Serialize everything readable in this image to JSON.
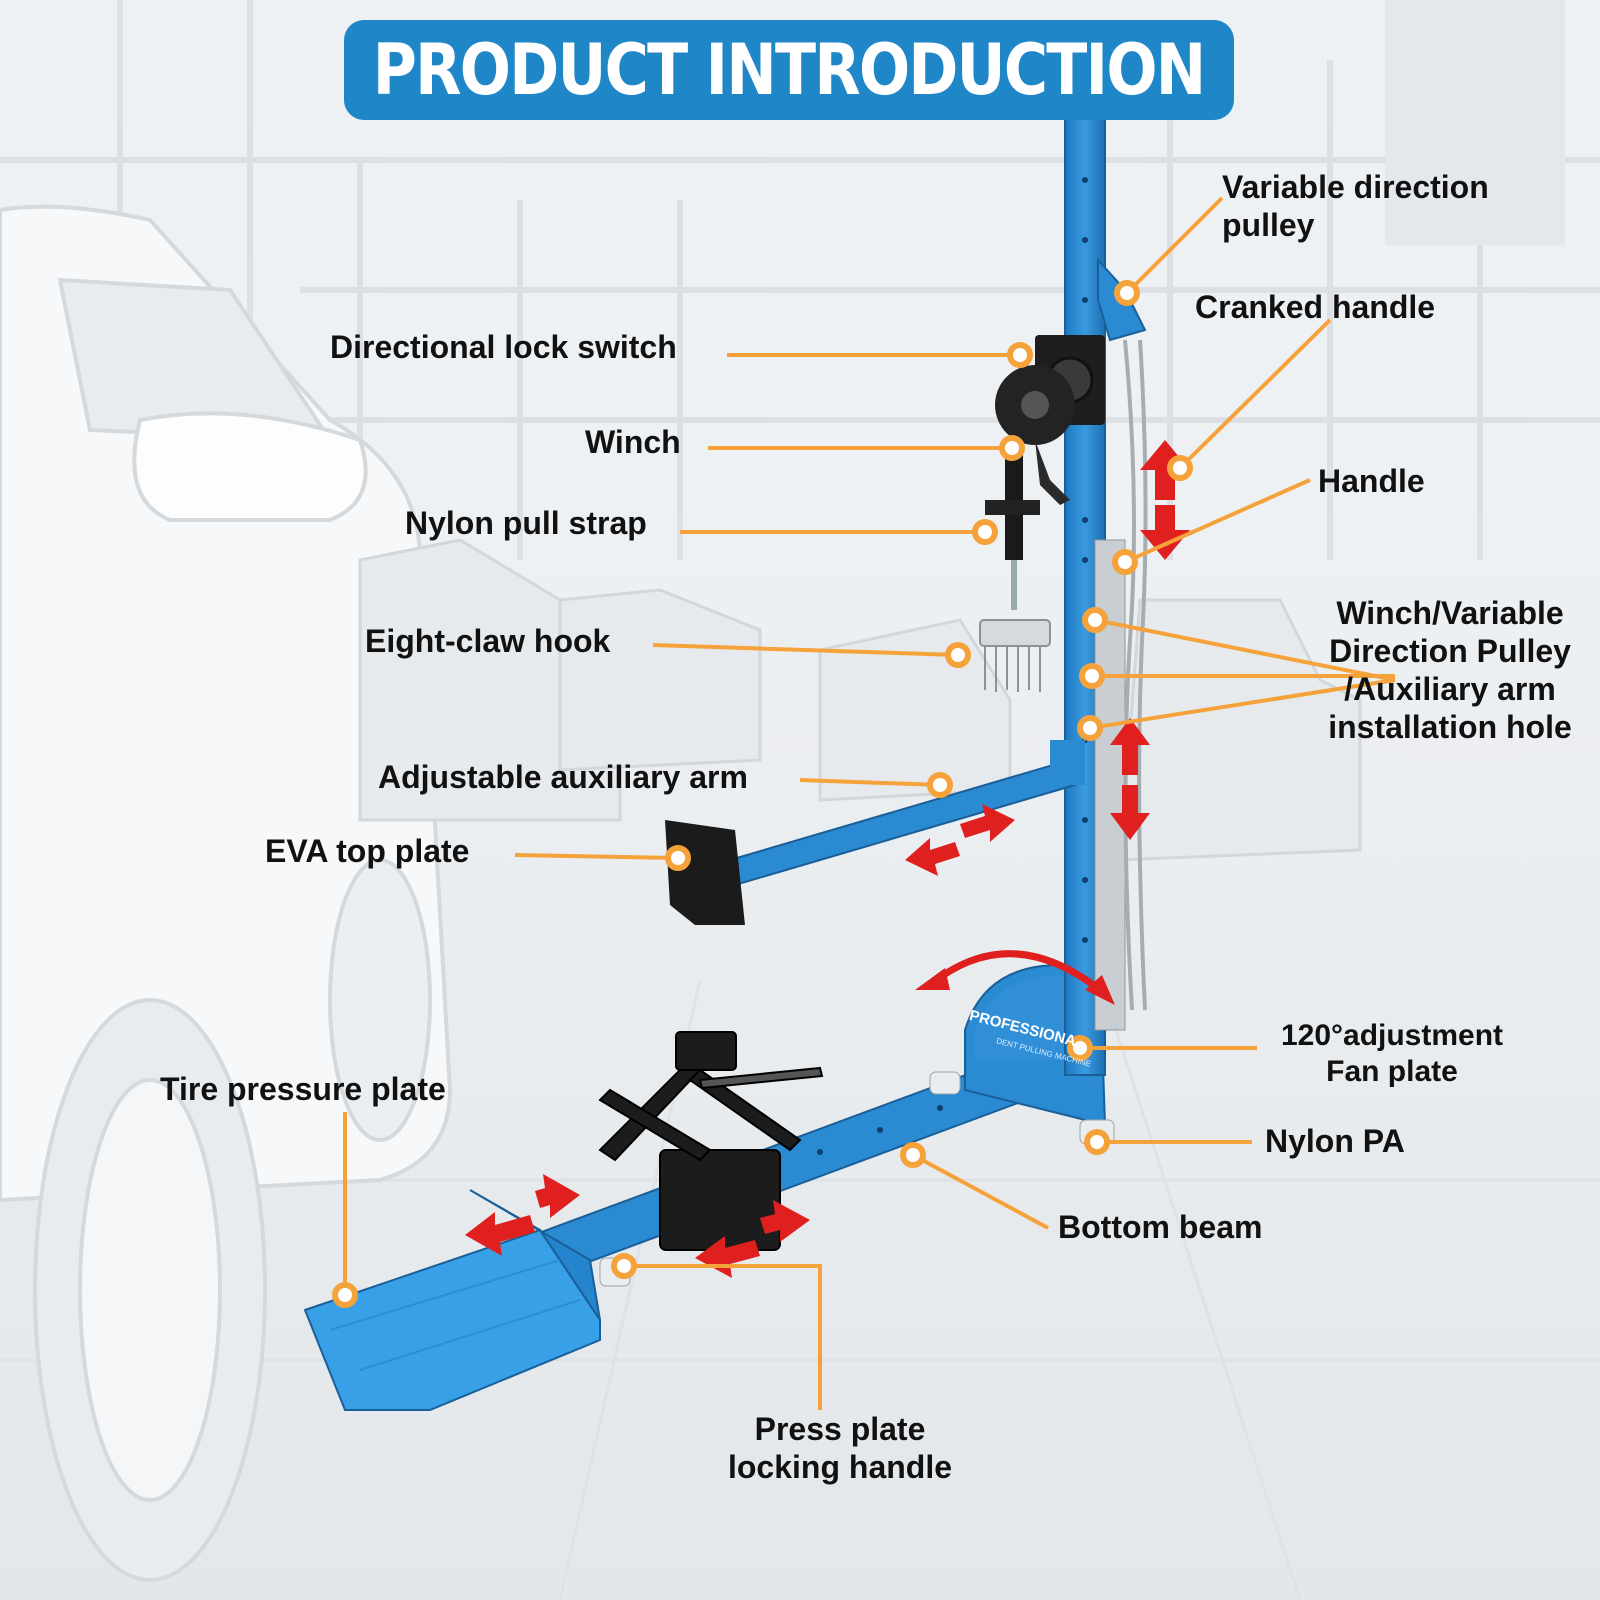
{
  "title": "PRODUCT INTRODUCTION",
  "logo": {
    "text": "PROFESSIONA",
    "sub": "DENT PULLING MACHINE"
  },
  "labels": {
    "variable_direction_pulley": [
      "Variable direction",
      "pulley"
    ],
    "cranked_handle": "Cranked handle",
    "directional_lock_switch": "Directional lock switch",
    "winch": "Winch",
    "handle": "Handle",
    "nylon_pull_strap": "Nylon pull strap",
    "installation_hole": [
      "Winch/Variable",
      "Direction Pulley",
      "/Auxiliary arm",
      "installation hole"
    ],
    "eight_claw_hook": "Eight-claw hook",
    "adjustable_auxiliary_arm": "Adjustable auxiliary arm",
    "eva_top_plate": "EVA top plate",
    "fan_plate": [
      "120°adjustment",
      "Fan plate"
    ],
    "tire_pressure_plate": "Tire pressure plate",
    "nylon_pa": "Nylon PA",
    "bottom_beam": "Bottom beam",
    "press_plate_locking_handle": [
      "Press plate",
      "locking handle"
    ]
  },
  "colors": {
    "title_bg": "#1f86c8",
    "machine_blue": "#2a8ad2",
    "callout_orange": "#f6a23a",
    "arrow_red": "#e0201e",
    "label_text": "#111111"
  }
}
